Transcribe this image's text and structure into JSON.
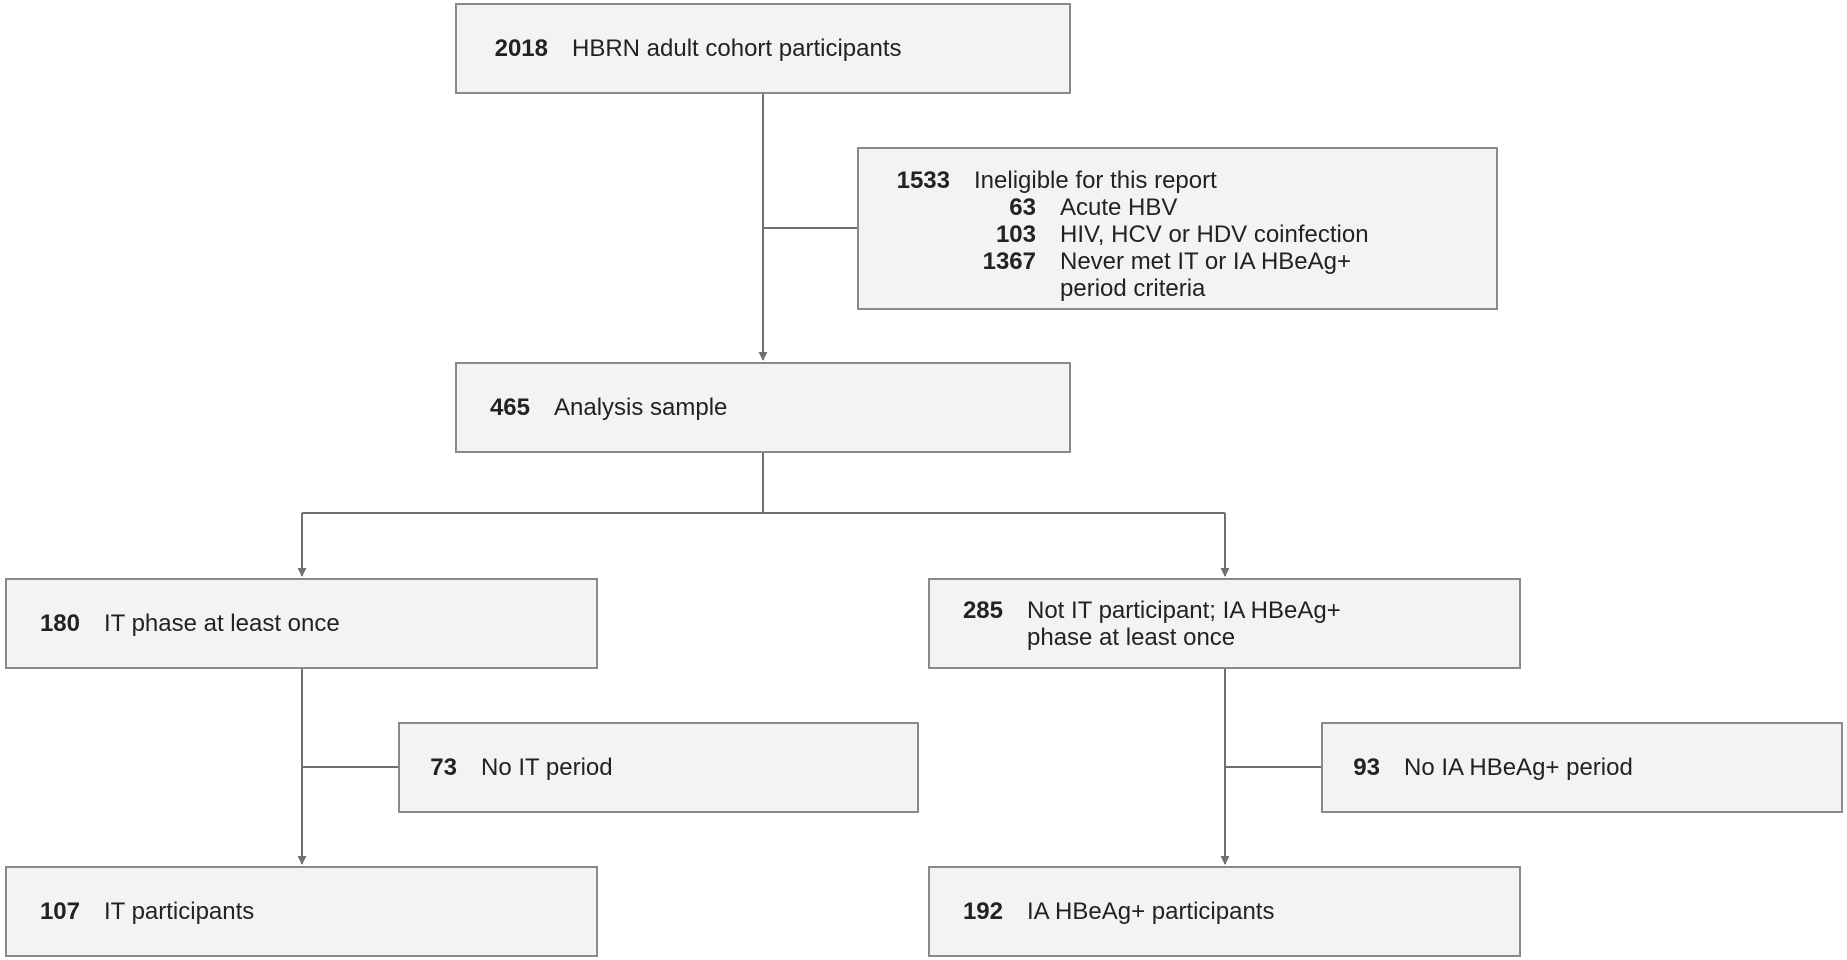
{
  "boxes": {
    "cohort": {
      "count": "2018",
      "text": "HBRN adult cohort participants"
    },
    "ineligible": {
      "count": "1533",
      "text": "Ineligible for this report",
      "items": [
        {
          "count": "63",
          "text": "Acute HBV"
        },
        {
          "count": "103",
          "text": "HIV, HCV or HDV coinfection"
        },
        {
          "count": "1367",
          "text_line1": "Never met IT or IA HBeAg+",
          "text_line2": "period criteria"
        }
      ]
    },
    "analysis": {
      "count": "465",
      "text": "Analysis sample"
    },
    "it_phase": {
      "count": "180",
      "text": "IT phase at least once"
    },
    "ia_phase": {
      "count": "285",
      "text_line1": "Not IT participant; IA HBeAg+",
      "text_line2": "phase at least once"
    },
    "no_it": {
      "count": "73",
      "text": "No IT period"
    },
    "no_ia": {
      "count": "93",
      "text": "No IA HBeAg+ period"
    },
    "it_participants": {
      "count": "107",
      "text": "IT participants"
    },
    "ia_participants": {
      "count": "192",
      "text": "IA HBeAg+ participants"
    }
  },
  "colors": {
    "box_fill": "#f3f3f3",
    "box_border": "#8a8a8a",
    "connector": "#707070",
    "text": "#222222"
  }
}
